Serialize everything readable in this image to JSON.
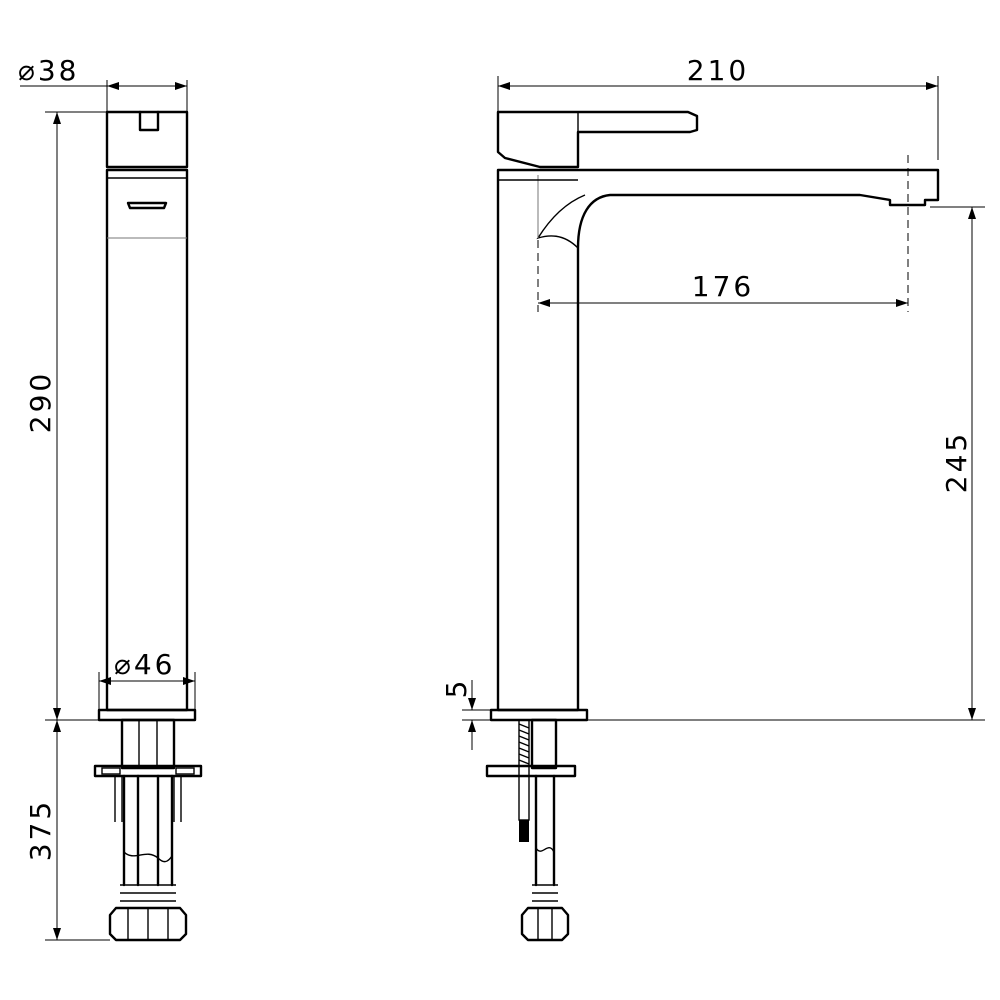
{
  "dimensions": {
    "top_diameter": "38",
    "top_diameter_symbol": "⌀",
    "base_diameter": "46",
    "base_diameter_symbol": "⌀",
    "body_height": "290",
    "below_deck_length": "375",
    "overall_reach": "210",
    "spout_reach": "176",
    "spout_outlet_height": "245",
    "base_thickness": "5"
  },
  "colors": {
    "line": "#000000",
    "background": "#ffffff"
  }
}
